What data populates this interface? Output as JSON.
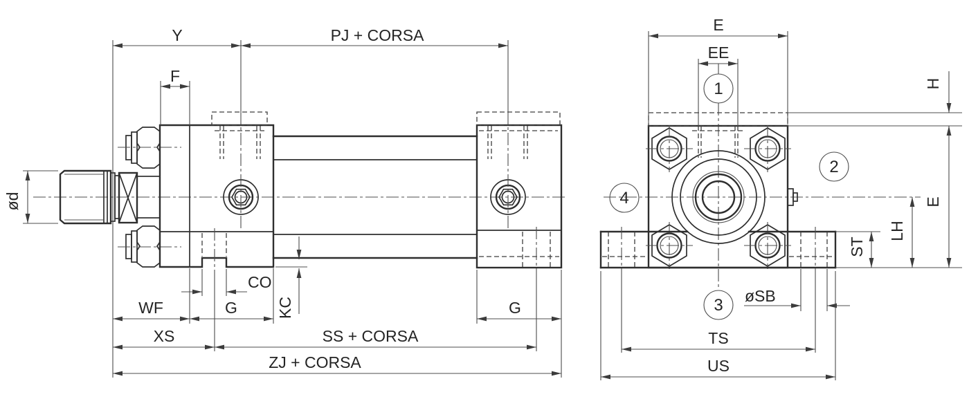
{
  "drawing": {
    "type": "pneumatic cylinder dimensional drawing",
    "side_view": {
      "dimensions": {
        "y": "Y",
        "pj_corsa": "PJ + CORSA",
        "f": "F",
        "rod_diameter": "ød",
        "co": "CO",
        "kc": "KC",
        "wf": "WF",
        "g_head": "G",
        "xs": "XS",
        "ss_corsa": "SS + CORSA",
        "zj_corsa": "ZJ + CORSA",
        "g_cap": "G"
      }
    },
    "end_view": {
      "dimensions": {
        "e_top": "E",
        "ee": "EE",
        "h": "H",
        "e_side": "E",
        "lh": "LH",
        "st": "ST",
        "sb": "øSB",
        "ts": "TS",
        "us": "US"
      },
      "callouts": {
        "c1": "1",
        "c2": "2",
        "c3": "3",
        "c4": "4"
      }
    },
    "colors": {
      "background": "#ffffff",
      "outline": "#2e2e2e",
      "dimension_lines": "#4c4c4c"
    }
  }
}
